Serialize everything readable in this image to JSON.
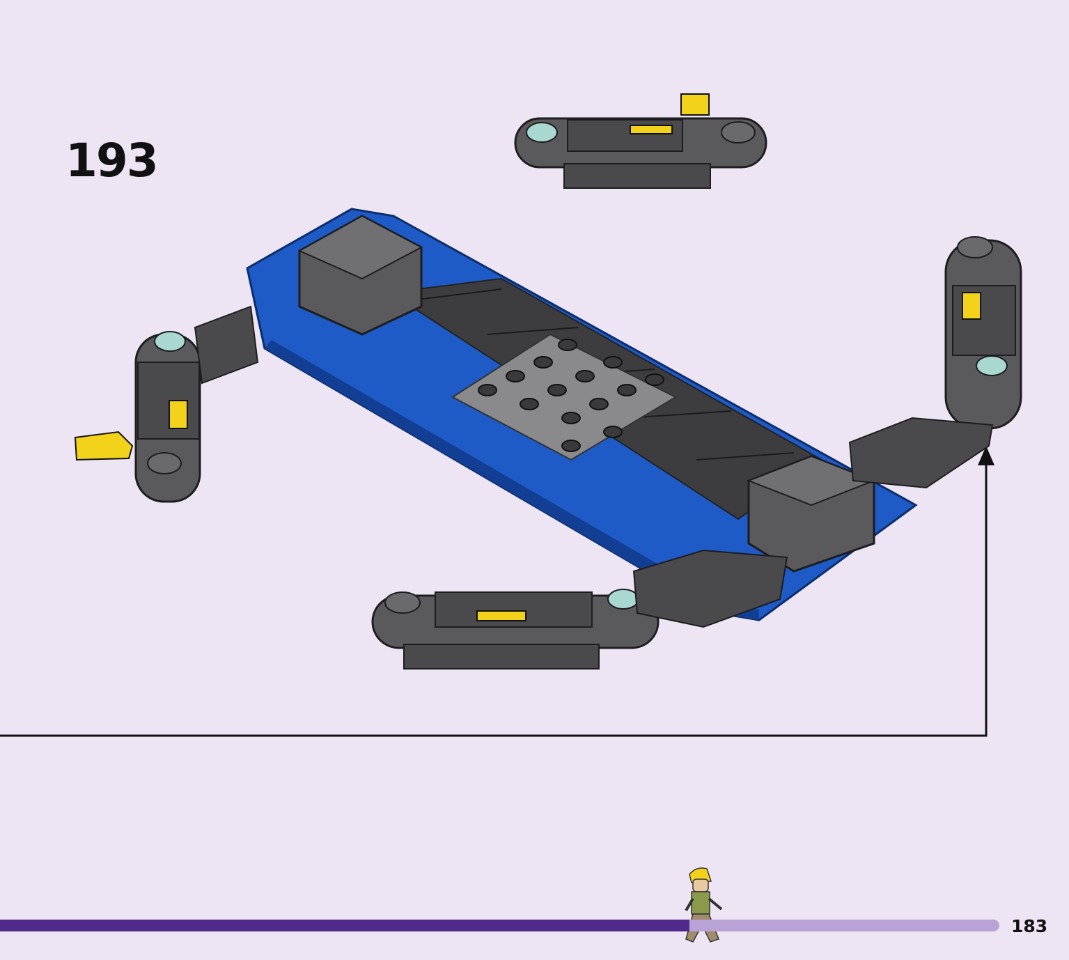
{
  "step": {
    "number": "193"
  },
  "page": {
    "number": "183"
  },
  "progress": {
    "fraction": 0.69
  },
  "colors": {
    "background": "#ede5f3",
    "progress_done": "#4f2a8a",
    "progress_remaining": "#b9a3d6",
    "brick_blue": "#1e5bc6",
    "brick_dark_grey": "#5a5a5c",
    "brick_yellow": "#f2d21b",
    "trans_clear": "#a9d8d0"
  }
}
